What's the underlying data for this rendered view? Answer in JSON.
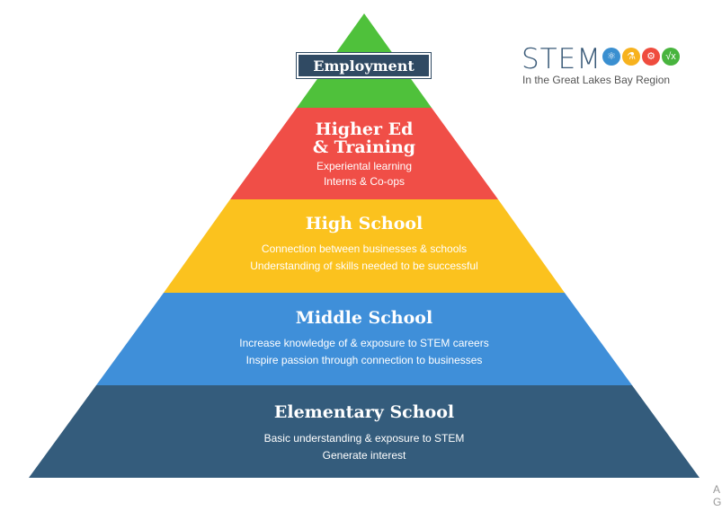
{
  "employment": {
    "label": "Employment",
    "color": "#4fc13b"
  },
  "tiers": [
    {
      "title_lines": [
        "Higher Ed",
        "& Training"
      ],
      "lines": [
        "Experiental learning",
        "Interns & Co-ops"
      ],
      "color": "#f04e47"
    },
    {
      "title_lines": [
        "High School"
      ],
      "lines": [
        "Connection between businesses & schools",
        "Understanding of skills needed to be successful"
      ],
      "color": "#fbc21e"
    },
    {
      "title_lines": [
        "Middle School"
      ],
      "lines": [
        "Increase knowledge of & exposure to STEM careers",
        "Inspire passion through connection to businesses"
      ],
      "color": "#3f8fd9"
    },
    {
      "title_lines": [
        "Elementary School"
      ],
      "lines": [
        "Basic understanding & exposure to STEM",
        "Generate interest"
      ],
      "color": "#345c7c"
    }
  ],
  "logo": {
    "word": "STEM",
    "tagline": "In the Great Lakes Bay Region",
    "circles": [
      {
        "icon": "atom-icon",
        "glyph": "⚛",
        "color": "#3a8fd0"
      },
      {
        "icon": "flask-icon",
        "glyph": "⚗",
        "color": "#f7b21e"
      },
      {
        "icon": "gears-icon",
        "glyph": "⚙",
        "color": "#ef4c3e"
      },
      {
        "icon": "sqrt-icon",
        "glyph": "√x",
        "color": "#48b43e"
      }
    ]
  },
  "corner": {
    "line1": "A",
    "line2": "G"
  }
}
